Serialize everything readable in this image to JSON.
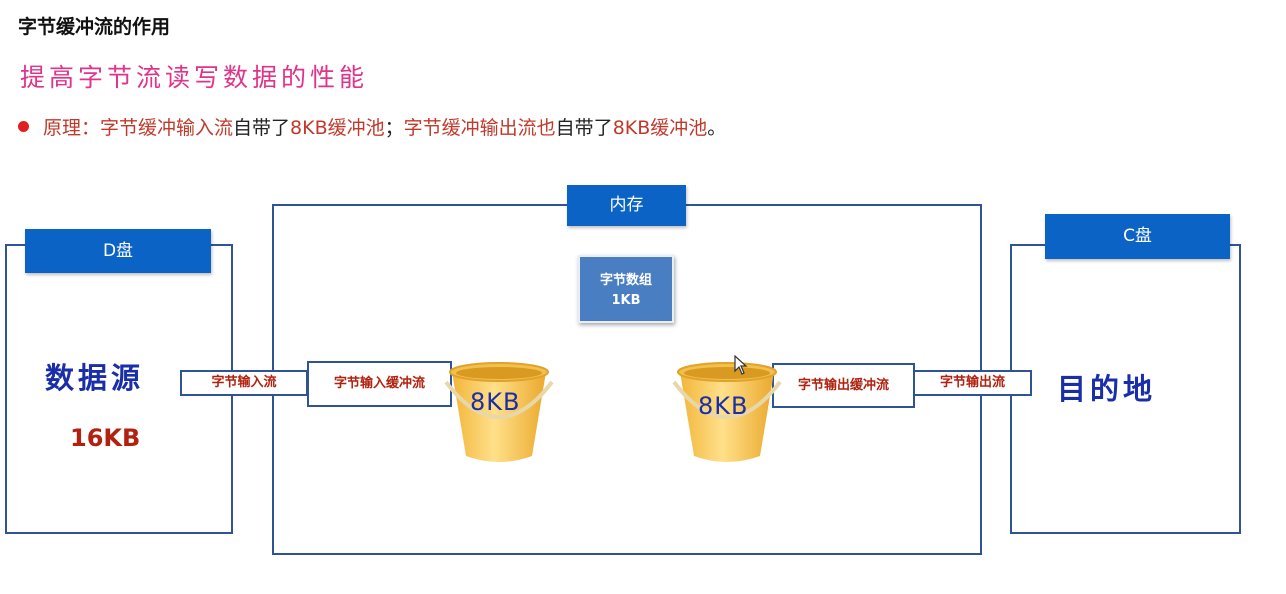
{
  "title": "字节缓冲流的作用",
  "subtitle": "提高字节流读写数据的性能",
  "principle": {
    "prefix": "原理：",
    "part1": "字节缓冲输入流",
    "part2": "自带了",
    "part3": "8KB缓冲池",
    "part4": "；",
    "part5": "字节缓冲输出流也",
    "part6": "自带了",
    "part7": "8KB缓冲池",
    "part8": "。"
  },
  "diagram": {
    "memory_label": "内存",
    "d_drive_label": "D盘",
    "c_drive_label": "C盘",
    "source_text": "数据源",
    "source_size": "16KB",
    "destination_text": "目的地",
    "byte_array_line1": "字节数组",
    "byte_array_line2": "1KB",
    "byte_input_stream": "字节输入流",
    "byte_input_buffer": "字节输入缓冲流",
    "byte_output_buffer": "字节输出缓冲流",
    "byte_output_stream": "字节输出流",
    "bucket_left_label": "8KB",
    "bucket_right_label": "8KB"
  },
  "colors": {
    "header_blue": "#0b63c5",
    "frame_border": "#2f5496",
    "accent_red": "#b2210f",
    "subtitle_pink": "#e0338a",
    "bucket_yellow": "#f6c343"
  }
}
